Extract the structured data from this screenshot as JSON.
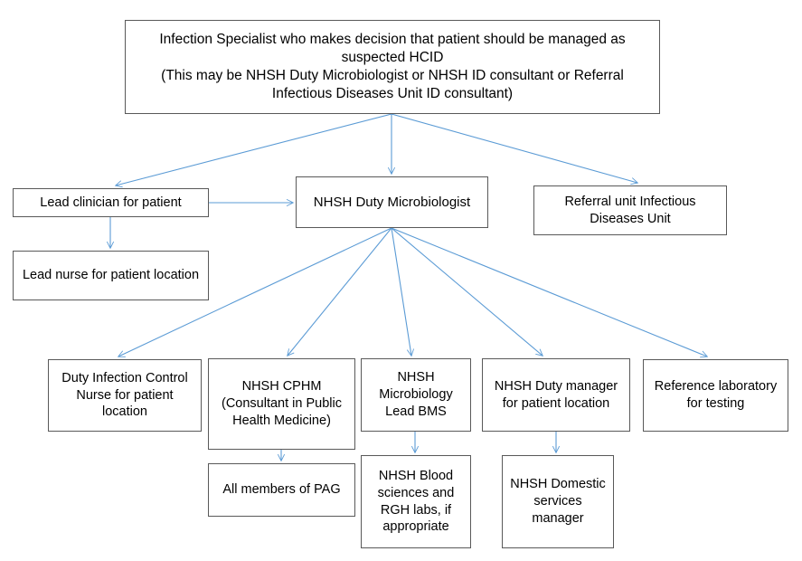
{
  "diagram": {
    "title": "HCID suspected case escalation / notification cascade",
    "type": "flowchart",
    "accent_color": "#5B9BD5",
    "box_border_color": "#595959",
    "background_color": "#FFFFFF",
    "text_color": "#000000"
  },
  "nodes": {
    "infection_specialist": "Infection Specialist who makes decision that patient should be managed as suspected HCID\n(This may be NHSH Duty Microbiologist or NHSH ID consultant or Referral Infectious Diseases Unit ID consultant)",
    "lead_clinician": "Lead clinician for patient",
    "lead_nurse": "Lead nurse for patient location",
    "nhsh_duty_microbiologist": "NHSH Duty Microbiologist",
    "referral_unit": "Referral unit Infectious Diseases Unit",
    "duty_infection_control_nurse": "Duty Infection Control Nurse for patient location",
    "nhsh_cphm": "NHSH CPHM (Consultant in Public Health Medicine)",
    "all_members_pag": "All members of PAG",
    "nhsh_micro_lead_bms": "NHSH Microbiology Lead BMS",
    "nhsh_blood_sciences": "NHSH Blood sciences and RGH labs, if appropriate",
    "nhsh_duty_manager": "NHSH Duty manager for patient location",
    "nhsh_domestic_services": "NHSH Domestic services manager",
    "reference_laboratory": "Reference laboratory for testing"
  },
  "edges": [
    {
      "from": "infection_specialist",
      "to": "lead_clinician"
    },
    {
      "from": "infection_specialist",
      "to": "nhsh_duty_microbiologist"
    },
    {
      "from": "infection_specialist",
      "to": "referral_unit"
    },
    {
      "from": "lead_clinician",
      "to": "nhsh_duty_microbiologist"
    },
    {
      "from": "lead_clinician",
      "to": "lead_nurse"
    },
    {
      "from": "nhsh_duty_microbiologist",
      "to": "duty_infection_control_nurse"
    },
    {
      "from": "nhsh_duty_microbiologist",
      "to": "nhsh_cphm"
    },
    {
      "from": "nhsh_duty_microbiologist",
      "to": "nhsh_micro_lead_bms"
    },
    {
      "from": "nhsh_duty_microbiologist",
      "to": "nhsh_duty_manager"
    },
    {
      "from": "nhsh_duty_microbiologist",
      "to": "reference_laboratory"
    },
    {
      "from": "nhsh_cphm",
      "to": "all_members_pag"
    },
    {
      "from": "nhsh_micro_lead_bms",
      "to": "nhsh_blood_sciences"
    },
    {
      "from": "nhsh_duty_manager",
      "to": "nhsh_domestic_services"
    }
  ]
}
